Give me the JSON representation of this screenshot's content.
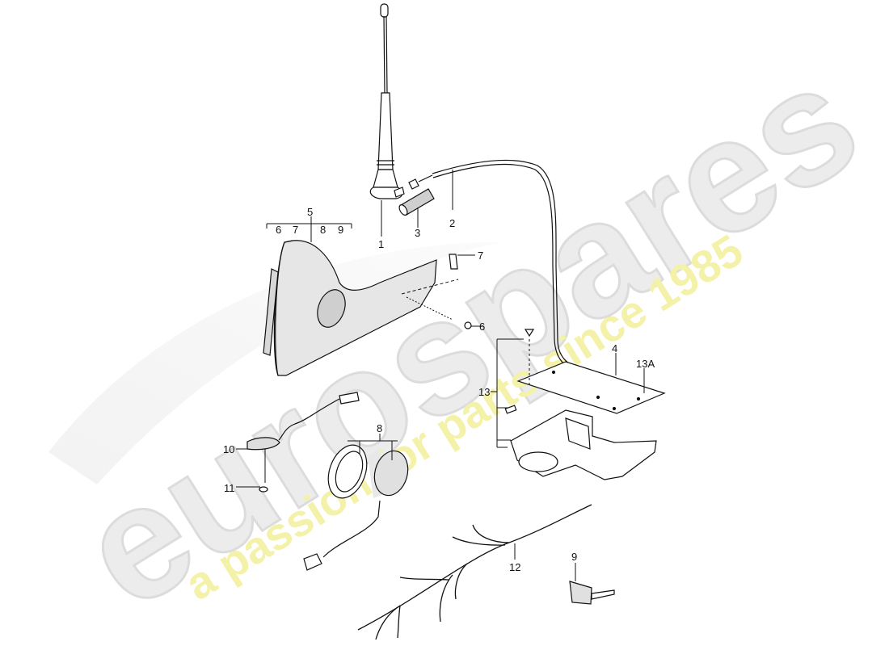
{
  "diagram": {
    "type": "exploded-parts-diagram",
    "watermark": {
      "brand": "eurospares",
      "tagline": "a passion for parts since 1985",
      "brand_color": "#e8e8e8",
      "tagline_color": "#f3f0a0"
    },
    "callouts": [
      {
        "id": "c1",
        "label": "1",
        "part": "antenna mast"
      },
      {
        "id": "c2",
        "label": "2",
        "part": "antenna cable"
      },
      {
        "id": "c3",
        "label": "3",
        "part": "sleeve"
      },
      {
        "id": "c4",
        "label": "4",
        "part": "coupling"
      },
      {
        "id": "c5",
        "label": "5",
        "part": "trim panel"
      },
      {
        "id": "c6",
        "label": "6",
        "part": "screw"
      },
      {
        "id": "c7",
        "label": "7",
        "part": "clip"
      },
      {
        "id": "c8",
        "label": "8",
        "part": "speaker / lamp assembly"
      },
      {
        "id": "c9",
        "label": "9",
        "part": "bracket"
      },
      {
        "id": "c10",
        "label": "10",
        "part": "light unit"
      },
      {
        "id": "c11",
        "label": "11",
        "part": "screw"
      },
      {
        "id": "c12",
        "label": "12",
        "part": "wiring harness"
      },
      {
        "id": "c13",
        "label": "13",
        "part": "mounting bracket set"
      },
      {
        "id": "c13a",
        "label": "13A",
        "part": "mounting plate"
      }
    ],
    "group_5_sub_labels": [
      "6",
      "7",
      "8",
      "9"
    ]
  }
}
